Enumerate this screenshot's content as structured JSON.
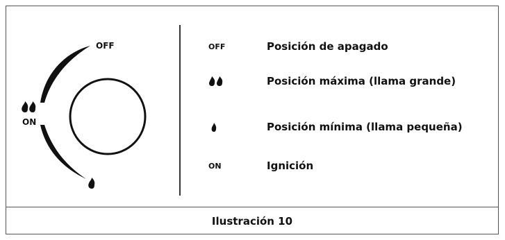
{
  "dial": {
    "off_label": "OFF",
    "on_label": "ON"
  },
  "legend": [
    {
      "symbol_text": "OFF",
      "symbol_icon": "",
      "text": "Posición de apagado"
    },
    {
      "symbol_text": "",
      "symbol_icon": "double-flame-icon",
      "text": "Posición máxima (llama grande)"
    },
    {
      "symbol_text": "",
      "symbol_icon": "single-flame-icon",
      "text": "Posición mínima (llama pequeña)"
    },
    {
      "symbol_text": "ON",
      "symbol_icon": "",
      "text": "Ignición"
    }
  ],
  "caption": "Ilustración 10"
}
